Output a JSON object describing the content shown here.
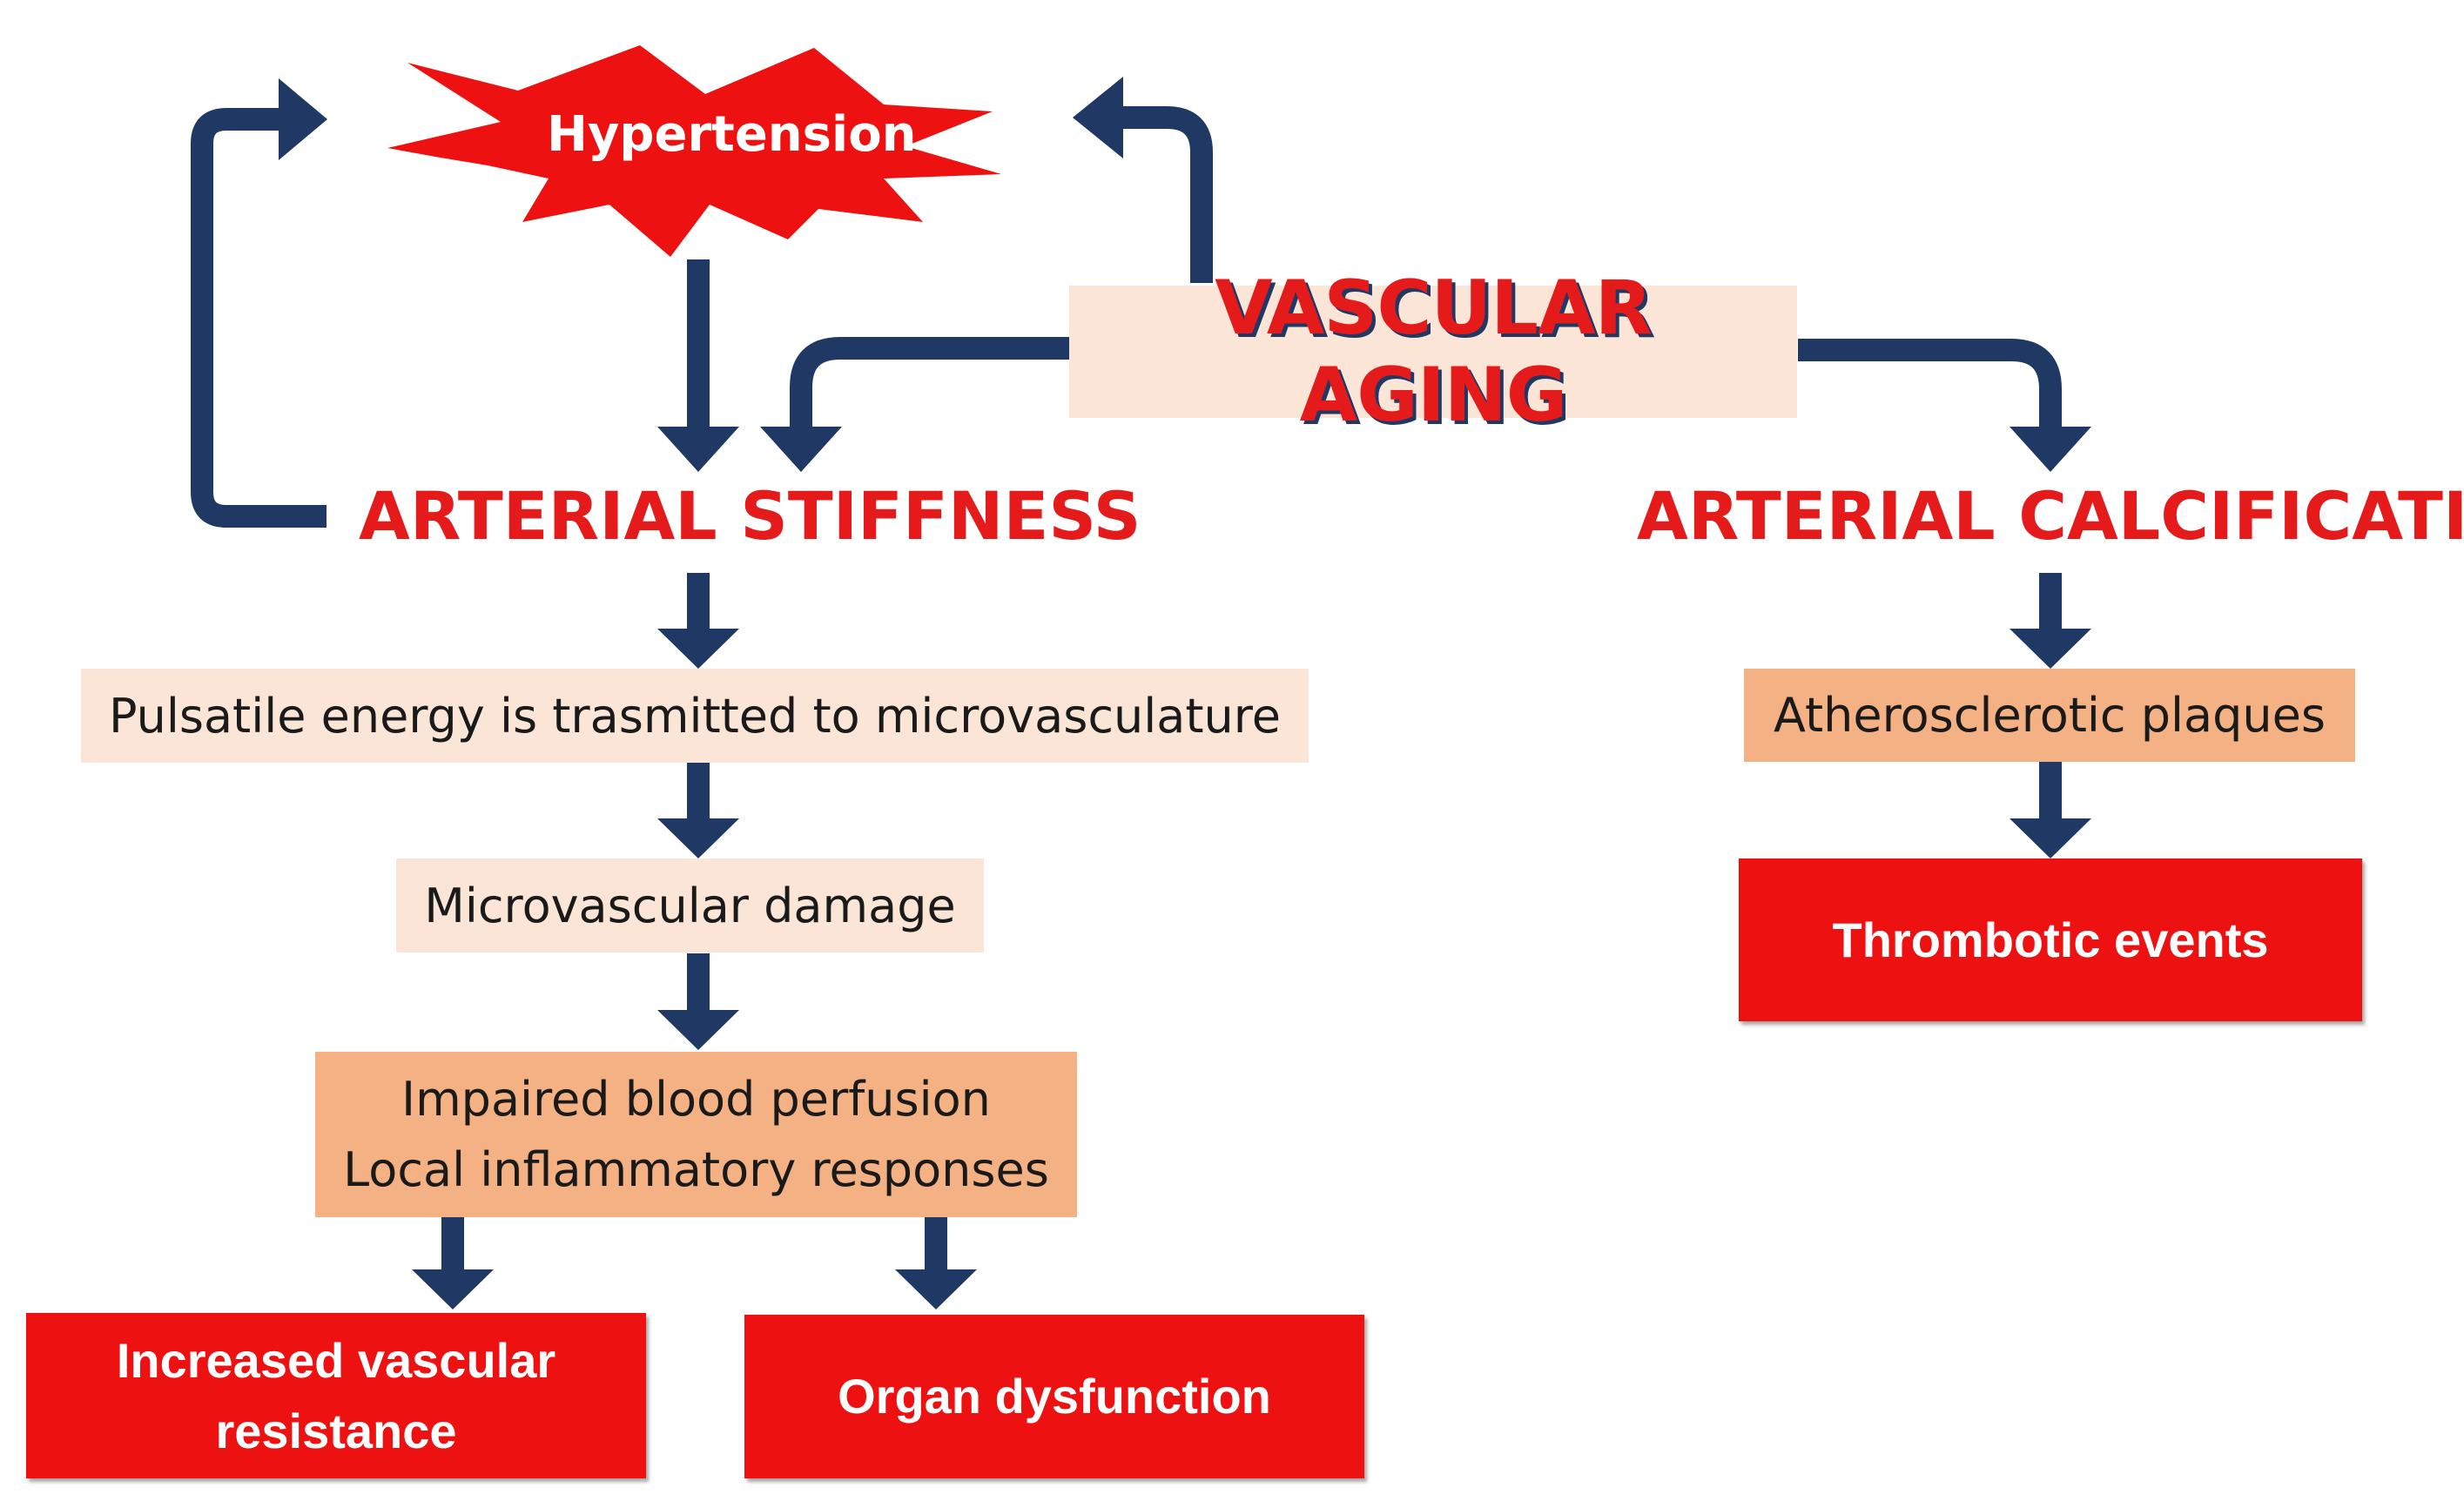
{
  "diagram": {
    "hypertension": "Hypertension",
    "vascular_aging": "VASCULAR AGING",
    "arterial_stiffness": "ARTERIAL STIFFNESS",
    "arterial_calcification": "ARTERIAL CALCIFICATION",
    "pulsatile": "Pulsatile energy is trasmitted to microvasculature",
    "microvascular_damage": "Microvascular damage",
    "impaired_perfusion": "Impaired blood perfusion",
    "local_inflammatory": "Local inflammatory responses",
    "increased_resistance_line1": "Increased vascular",
    "increased_resistance_line2": "resistance",
    "organ_dysfunction": "Organ dysfunction",
    "atherosclerotic": "Atherosclerotic plaques",
    "thrombotic": "Thrombotic events"
  },
  "colors": {
    "arrow": "#1f3864",
    "red": "#ee1111",
    "light_box": "#fbe5d6",
    "mid_box": "#f4b183",
    "title_red": "#e51b1b"
  }
}
